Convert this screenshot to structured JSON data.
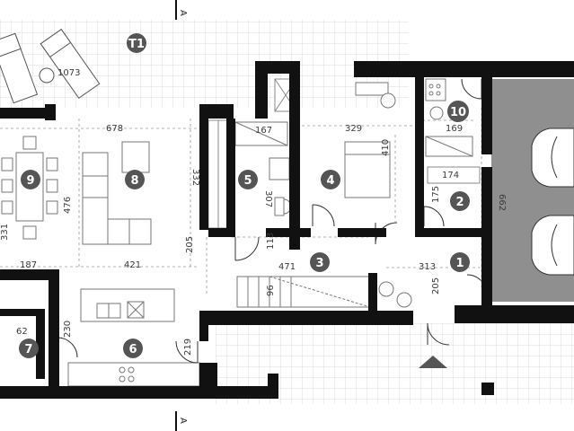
{
  "rooms": [
    {
      "id": "t1",
      "label": "T1"
    },
    {
      "id": "r1",
      "label": "1"
    },
    {
      "id": "r2",
      "label": "2"
    },
    {
      "id": "r3",
      "label": "3"
    },
    {
      "id": "r4",
      "label": "4"
    },
    {
      "id": "r5",
      "label": "5"
    },
    {
      "id": "r6",
      "label": "6"
    },
    {
      "id": "r7",
      "label": "7"
    },
    {
      "id": "r8",
      "label": "8"
    },
    {
      "id": "r9",
      "label": "9"
    },
    {
      "id": "r10",
      "label": "10"
    }
  ],
  "dimensions": {
    "d1073": "1073",
    "d678": "678",
    "d332": "332",
    "d476": "476",
    "d187": "187",
    "d421": "421",
    "d205a": "205",
    "d113": "113",
    "d471": "471",
    "d96": "96",
    "d167": "167",
    "d307": "307",
    "d329": "329",
    "d410": "410",
    "d169": "169",
    "d174": "174",
    "d175": "175",
    "d313": "313",
    "d205b": "205",
    "d662": "662",
    "d62": "62",
    "d230": "230",
    "d219": "219",
    "d331": "331"
  },
  "section_marks": {
    "top": "A",
    "bottom": "A"
  },
  "colors": {
    "wall": "#111111",
    "badge": "#555555",
    "garage": "#8f8f8f",
    "grid": "#d4d4d4"
  }
}
